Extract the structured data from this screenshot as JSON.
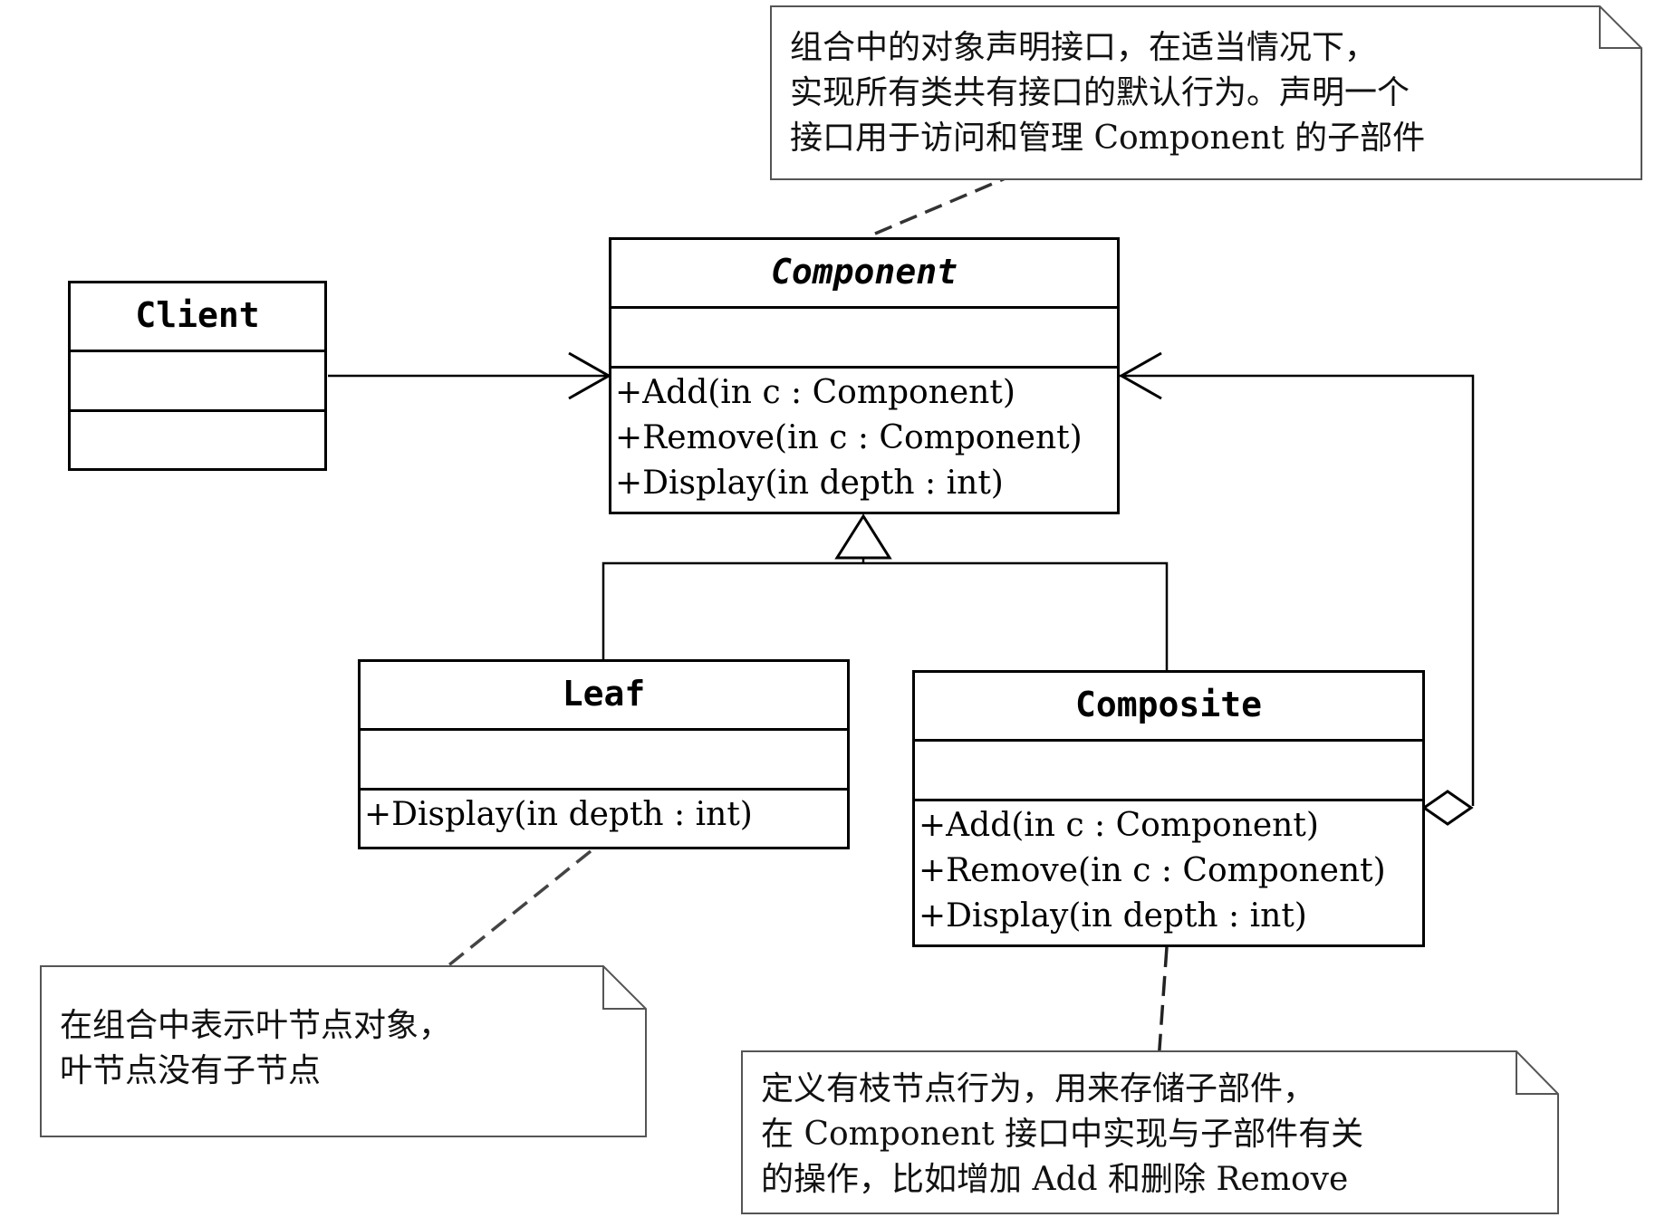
{
  "classes": {
    "client": {
      "name": "Client",
      "operations": []
    },
    "component": {
      "name": "Component",
      "operations": [
        "+Add(in c : Component)",
        "+Remove(in c : Component)",
        "+Display(in depth : int)"
      ]
    },
    "leaf": {
      "name": "Leaf",
      "operations": [
        "+Display(in depth : int)"
      ]
    },
    "composite": {
      "name": "Composite",
      "operations": [
        "+Add(in c : Component)",
        "+Remove(in c : Component)",
        "+Display(in depth : int)"
      ]
    }
  },
  "notes": {
    "component": {
      "lines": [
        "组合中的对象声明接口，在适当情况下，",
        "实现所有类共有接口的默认行为。声明一个",
        "接口用于访问和管理 Component 的子部件"
      ]
    },
    "leaf": {
      "lines": [
        "在组合中表示叶节点对象，",
        "叶节点没有子节点"
      ]
    },
    "composite": {
      "lines": [
        "定义有枝节点行为，用来存储子部件，",
        "在 Component 接口中实现与子部件有关",
        "的操作，比如增加 Add 和删除 Remove"
      ]
    }
  }
}
